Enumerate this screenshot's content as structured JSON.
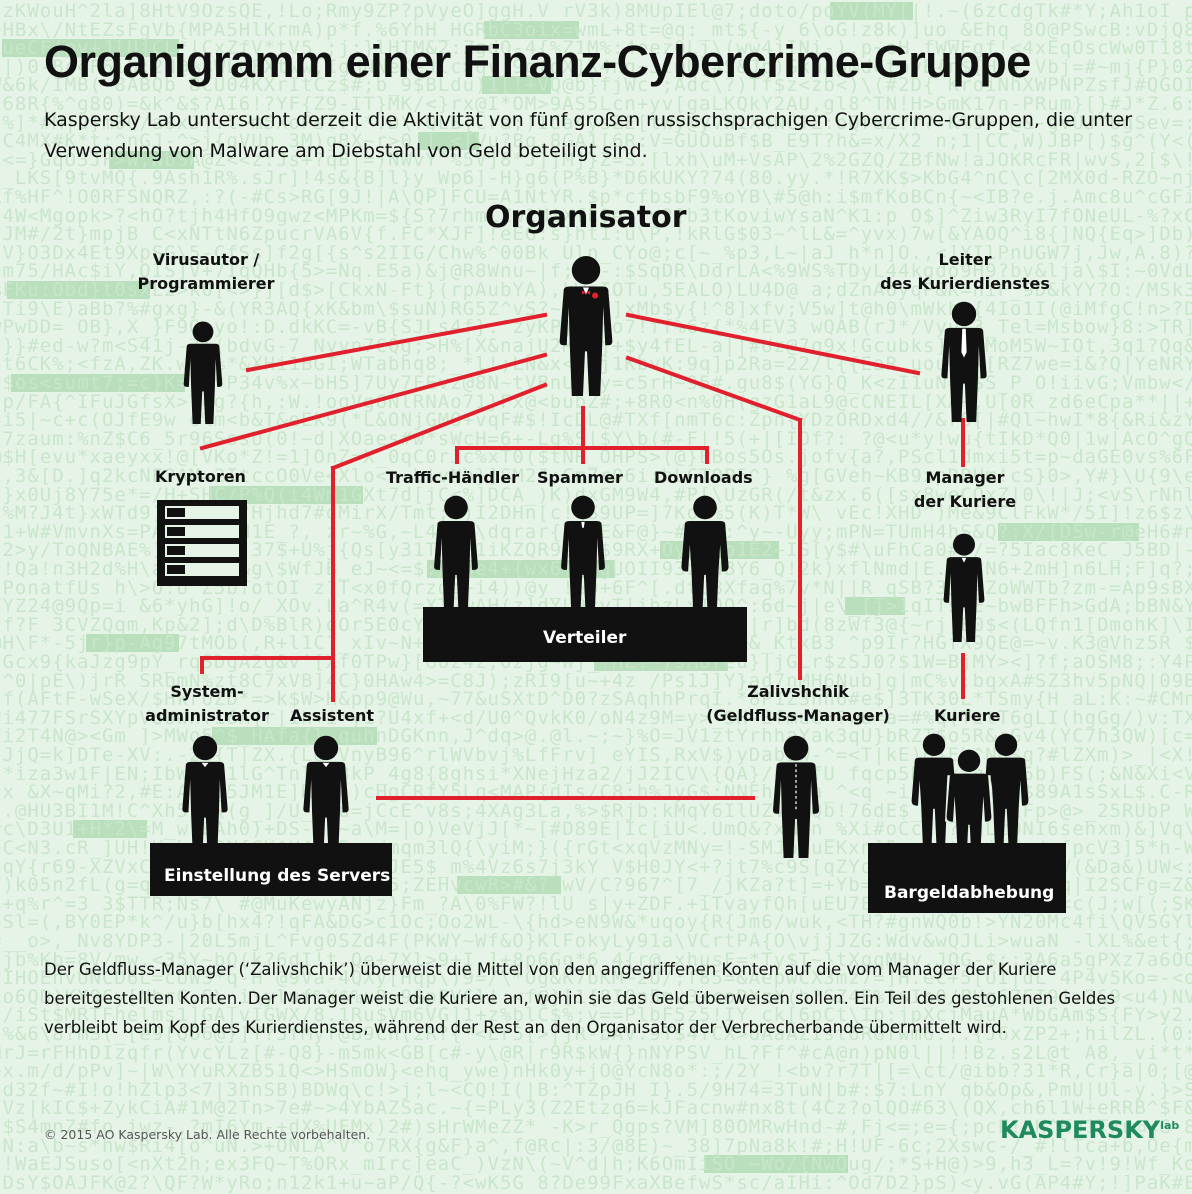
{
  "title": "Organigramm einer Finanz-Cybercrime-Gruppe",
  "intro": "Kaspersky Lab untersucht derzeit die Aktivität von fünf großen russischsprachigen Cybercrime-Gruppen, die unter Verwendung von Malware am Diebstahl von Geld beteiligt sind.",
  "roles": {
    "organizer": "Organisator",
    "virus_author_1": "Virusautor /",
    "virus_author_2": "Programmierer",
    "courier_head_1": "Leiter",
    "courier_head_2": "des Kurierdienstes",
    "cryptors": "Kryptoren",
    "traffic": "Traffic-Händler",
    "spammer": "Spammer",
    "downloads": "Downloads",
    "courier_manager_1": "Manager",
    "courier_manager_2": "der Kuriere",
    "sysadmin_1": "System-",
    "sysadmin_2": "administrator",
    "assistant": "Assistent",
    "zalivshchik_1": "Zalivshchik",
    "zalivshchik_2": "(Geldfluss-Manager)",
    "couriers": "Kuriere"
  },
  "platforms": {
    "distributors": "Verteiler",
    "server_setup": "Einstellung des Servers",
    "cash_withdrawal": "Bargeldabhebung"
  },
  "outro": "Der Geldfluss-Manager (‘Zalivshchik’) überweist die Mittel von den angegriffenen Konten auf die vom Manager der Kuriere bereitgestellten Konten. Der Manager weist die Kuriere an, wohin sie das Geld überweisen sollen. Ein Teil des gestohlenen Geldes verbleibt beim Kopf des Kurierdienstes, während der Rest an den Organisator der Verbrecherbande übermittelt wird.",
  "footer": "© 2015 AO Kaspersky Lab. Alle Rechte vorbehalten.",
  "logo": {
    "text": "KASPERSKY",
    "suffix": "lab"
  },
  "colors": {
    "background": "#e6f4e7",
    "connector": "#e0202c",
    "figure": "#111111",
    "brand": "#1f8a5e"
  }
}
